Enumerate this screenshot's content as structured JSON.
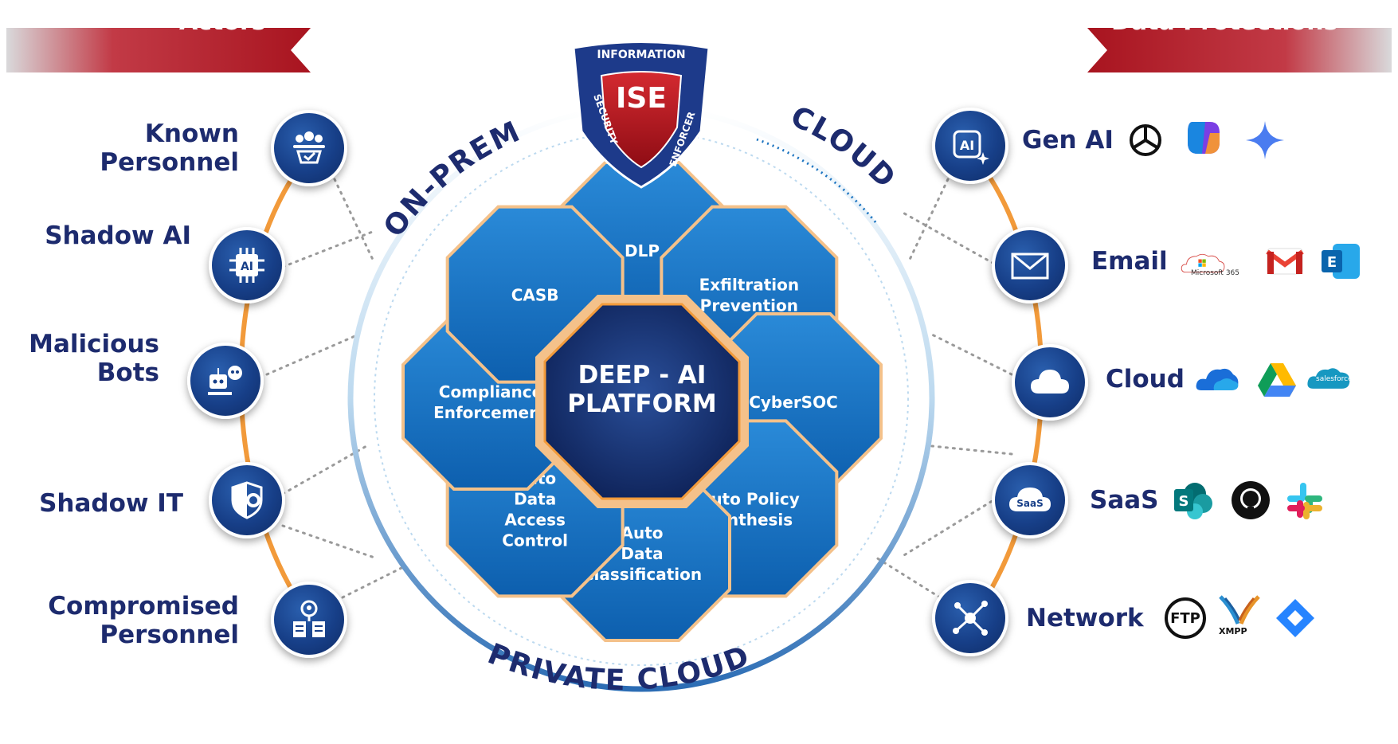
{
  "banners": {
    "left": "Actors",
    "right": "Data Protections"
  },
  "colors": {
    "navy": "#1d2b6e",
    "blue": "#1a73c0",
    "banner_red": "#b71c2a",
    "orange": "#f29a3a"
  },
  "actors": [
    {
      "label_lines": [
        "Known",
        "Personnel"
      ],
      "icon": "group-check-icon"
    },
    {
      "label_lines": [
        "Shadow AI"
      ],
      "icon": "ai-chip-icon"
    },
    {
      "label_lines": [
        "Malicious",
        "Bots"
      ],
      "icon": "bot-skull-icon"
    },
    {
      "label_lines": [
        "Shadow IT"
      ],
      "icon": "shield-gear-icon"
    },
    {
      "label_lines": [
        "Compromised",
        "Personnel"
      ],
      "icon": "user-documents-icon"
    }
  ],
  "protections": [
    {
      "label": "Gen AI",
      "icon": "ai-sparkle-icon",
      "logos": [
        "openai-logo",
        "copilot-logo",
        "gemini-logo"
      ]
    },
    {
      "label": "Email",
      "icon": "envelope-icon",
      "logos": [
        "microsoft-365-logo",
        "gmail-logo",
        "exchange-logo"
      ],
      "logo_caption": "Microsoft 365",
      "logo_letter": "E"
    },
    {
      "label": "Cloud",
      "icon": "cloud-icon",
      "logos": [
        "onedrive-logo",
        "google-drive-logo",
        "salesforce-logo"
      ],
      "logo_caption": "salesforce"
    },
    {
      "label": "SaaS",
      "icon": "saas-cloud-icon",
      "icon_text": "SaaS",
      "logos": [
        "sharepoint-logo",
        "github-logo",
        "slack-logo"
      ],
      "logo_letter": "S"
    },
    {
      "label": "Network",
      "icon": "network-nodes-icon",
      "logos": [
        "ftp-logo",
        "xmpp-logo",
        "jira-logo"
      ],
      "logo_caption": "XMPP",
      "logo_text": "FTP"
    }
  ],
  "ring_labels": {
    "top_left": "ON-PREM",
    "top_right": "CLOUD",
    "bottom": "PRIVATE CLOUD"
  },
  "shield": {
    "top": "INFORMATION",
    "center": "ISE",
    "left": "SECURITY",
    "right": "ENFORCER"
  },
  "center": {
    "line1": "DEEP - AI",
    "line2": "PLATFORM"
  },
  "modules": [
    {
      "lines": [
        "DLP"
      ]
    },
    {
      "lines": [
        "Exfiltration",
        "Prevention"
      ]
    },
    {
      "lines": [
        "CyberSOC"
      ]
    },
    {
      "lines": [
        "Auto Policy",
        "Synthesis"
      ]
    },
    {
      "lines": [
        "Auto",
        "Data",
        "Classification"
      ]
    },
    {
      "lines": [
        "Auto",
        "Data",
        "Access",
        "Control"
      ]
    },
    {
      "lines": [
        "Compliance",
        "Enforcement"
      ]
    },
    {
      "lines": [
        "CASB"
      ]
    }
  ]
}
